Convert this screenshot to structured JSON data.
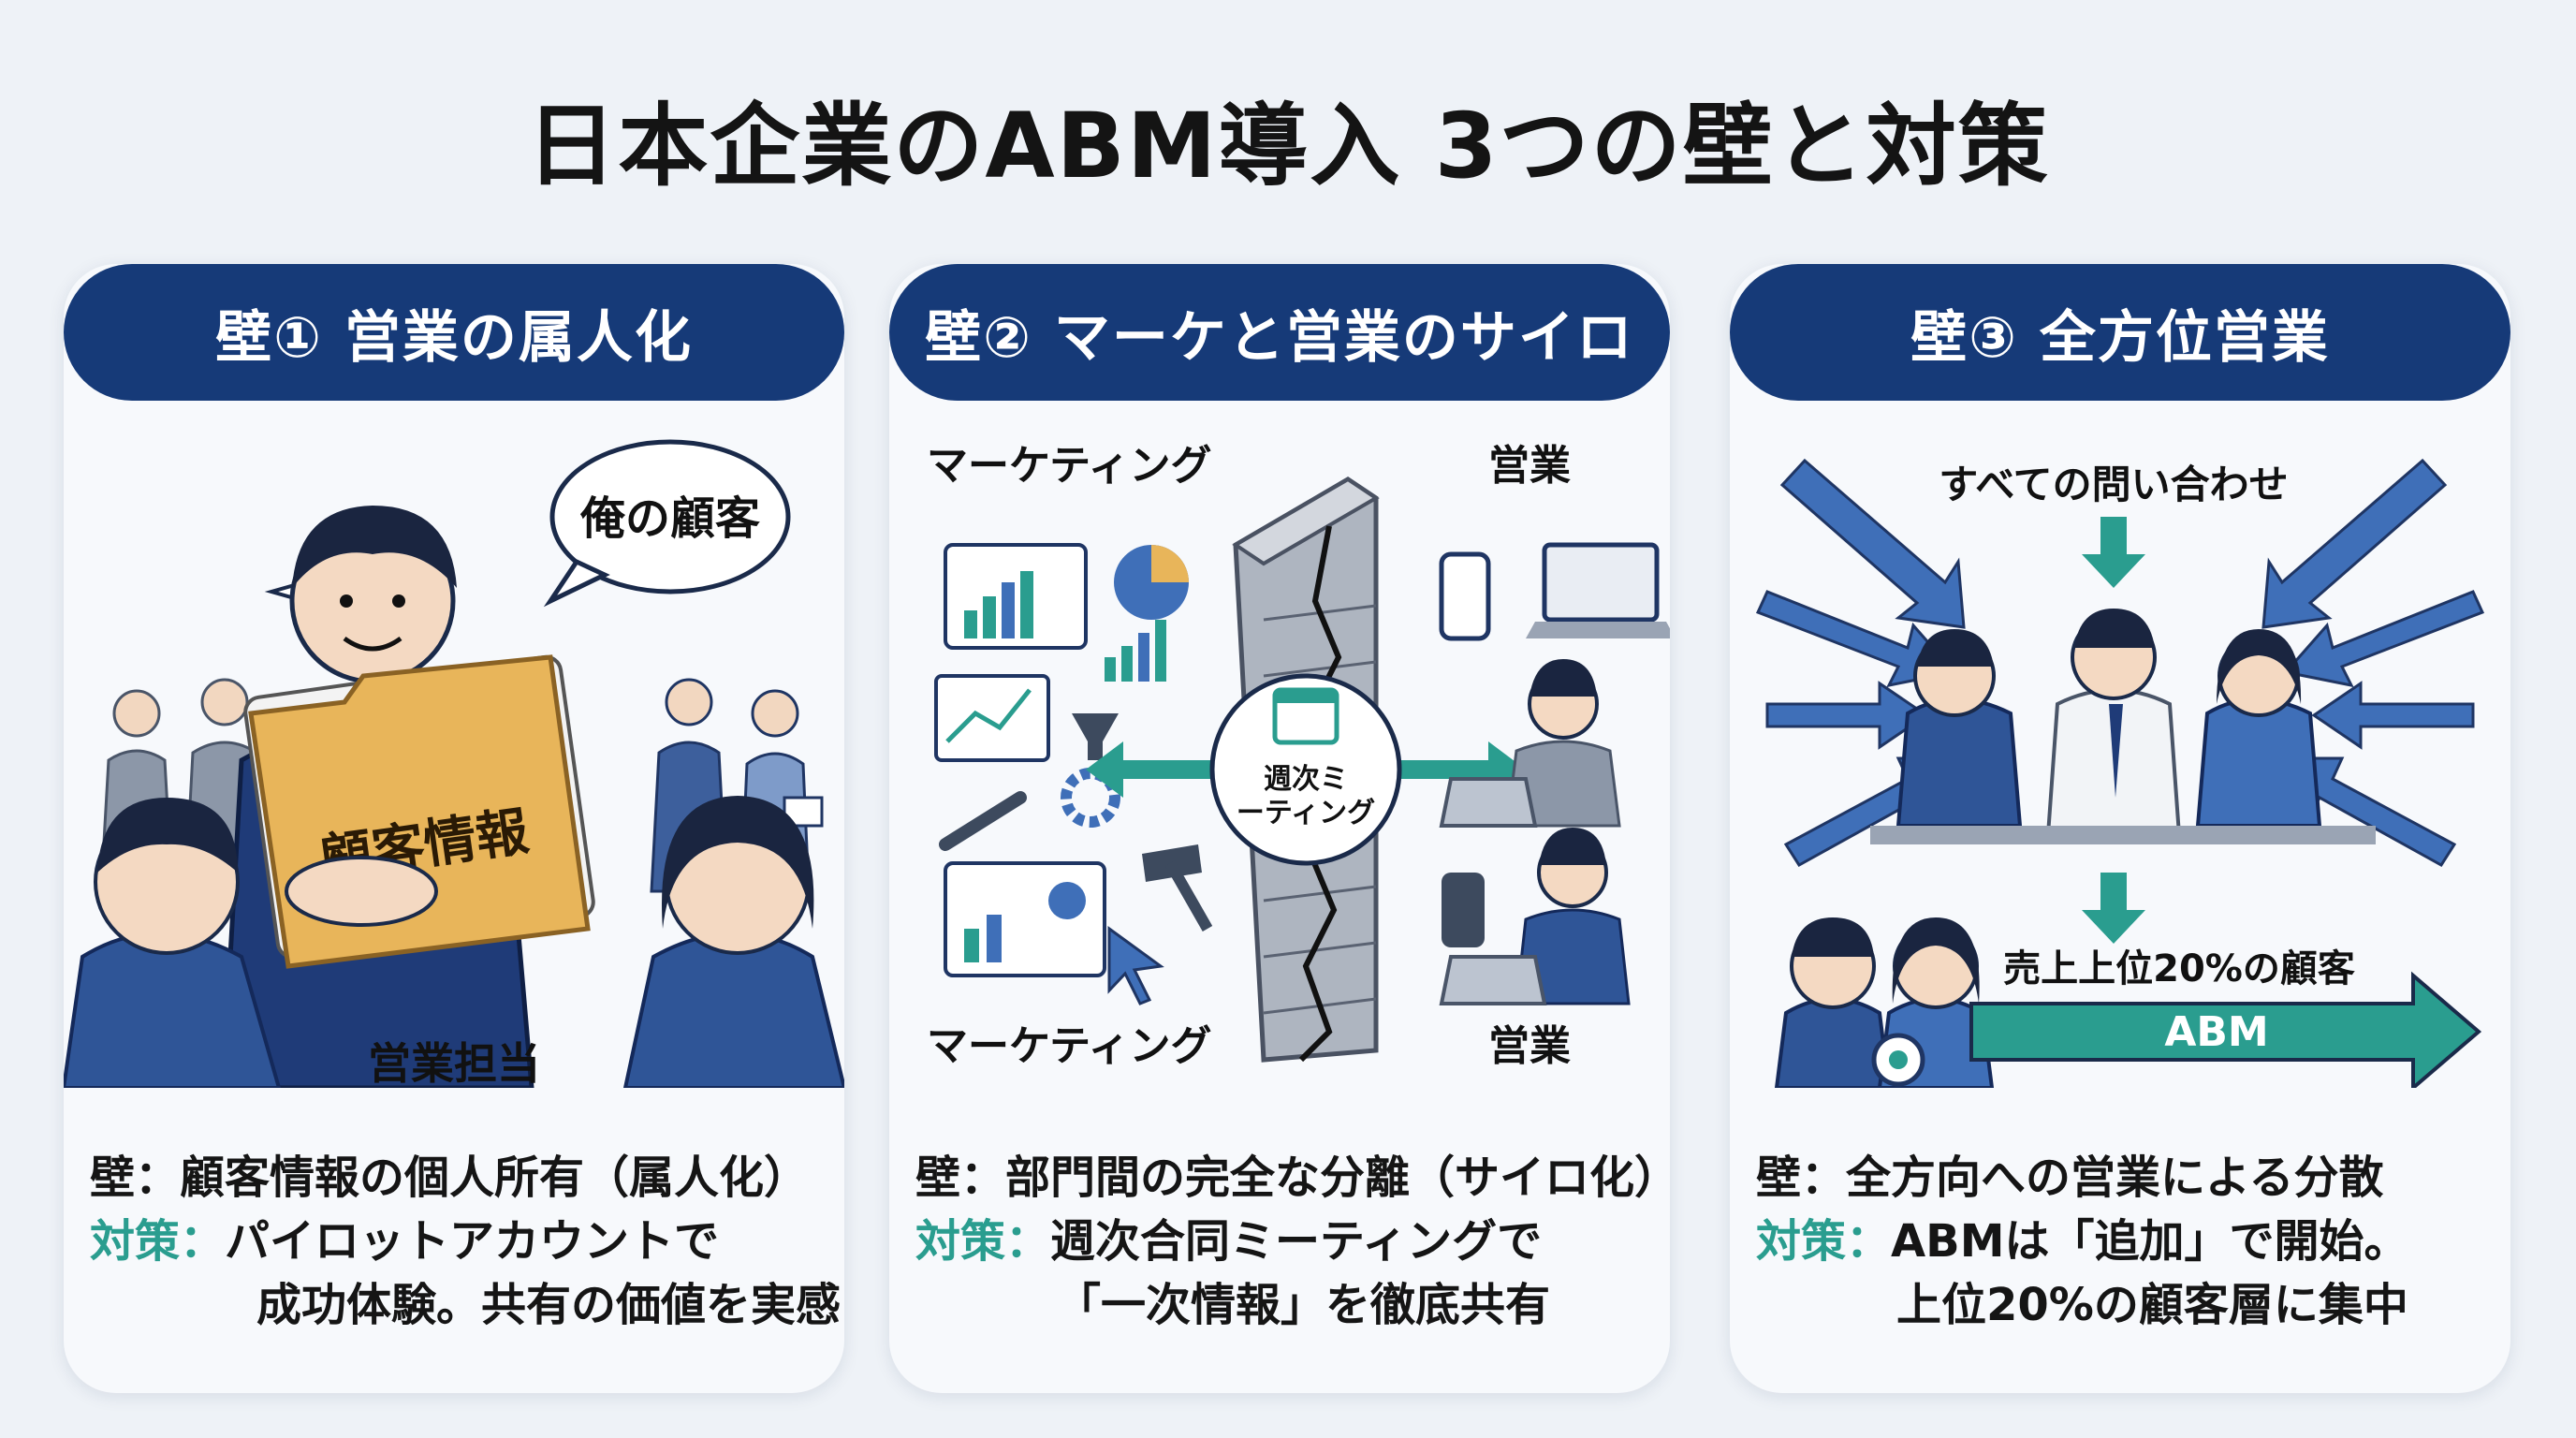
{
  "title": "日本企業のABM導入 3つの壁と対策",
  "colors": {
    "header": "#163a78",
    "accent": "#2a9d8f",
    "arrow": "#3f6fb8",
    "folder": "#e8b55a"
  },
  "panels": [
    {
      "header": "壁① 営業の属人化",
      "speech": "俺の顧客",
      "folder_label": "顧客情報",
      "caption": "営業担当",
      "wall_line": "壁：顧客情報の個人所有（属人化）",
      "measure_label": "対策：",
      "measure_line1": "パイロットアカウントで",
      "measure_line2": "成功体験。共有の価値を実感"
    },
    {
      "header": "壁② マーケと営業のサイロ",
      "marketing_top": "マーケティング",
      "sales_top": "営業",
      "meeting": "週次ミ",
      "meeting2": "ーティング",
      "marketing_bottom": "マーケティング",
      "sales_bottom": "営業",
      "wall_line": "壁：部門間の完全な分離（サイロ化）",
      "measure_label": "対策：",
      "measure_line1": "週次合同ミーティングで",
      "measure_line2": "「一次情報」を徹底共有"
    },
    {
      "header": "壁③ 全方位営業",
      "inquiries": "すべての問い合わせ",
      "top20": "売上上位20%の顧客",
      "abm": "ABM",
      "wall_line": "壁：全方向への営業による分散",
      "measure_label": "対策：",
      "measure_line1": "ABMは「追加」で開始。",
      "measure_line2": "上位20%の顧客層に集中"
    }
  ]
}
